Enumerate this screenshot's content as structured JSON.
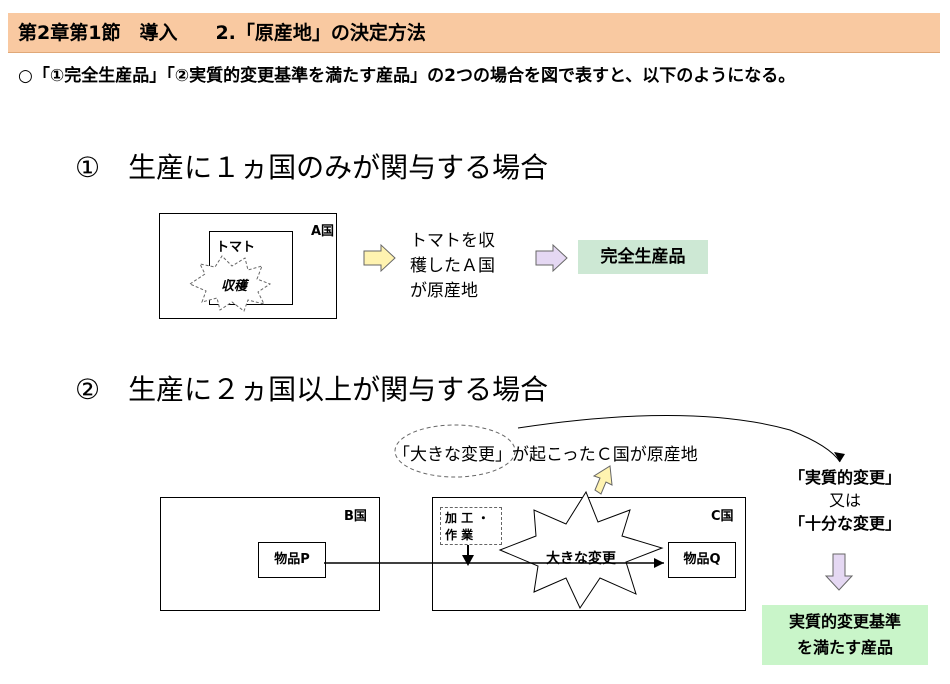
{
  "header": {
    "title": "第2章第1節　導入　　2.「原産地」の決定方法"
  },
  "intro": {
    "text": "○「①完全生産品」「②実質的変更基準を満たす産品」の2つの場合を図で表すと、以下のようになる。"
  },
  "section1": {
    "title": "①　生産に１ヵ国のみが関与する場合",
    "country_a": "A国",
    "tomato": "トマト",
    "harvest": "収穫",
    "explain_lines": [
      "トマトを収",
      "穫したＡ国",
      "が原産地"
    ],
    "result": "完全生産品"
  },
  "section2": {
    "title": "②　生産に２ヵ国以上が関与する場合",
    "callout_term": "「大きな変更」",
    "callout_rest": "が起こったＣ国が原産地",
    "country_b": "B国",
    "country_c": "C国",
    "item_p": "物品P",
    "item_q": "物品Q",
    "process_lines": [
      "加 工 ・",
      "作 業"
    ],
    "big_change": "大きな変更",
    "substantial": "「実質的変更」",
    "or_text": "又は",
    "sufficient": "「十分な変更」",
    "result_lines": [
      "実質的変更基準",
      "を満たす産品"
    ]
  },
  "colors": {
    "header_bg": "#f9c9a1",
    "arrow_fill": "#fff3b0",
    "result_bg": "#cde8d4",
    "result_bg_2": "#c9f5c9",
    "arrow_down_fill": "#e5d8f3"
  }
}
